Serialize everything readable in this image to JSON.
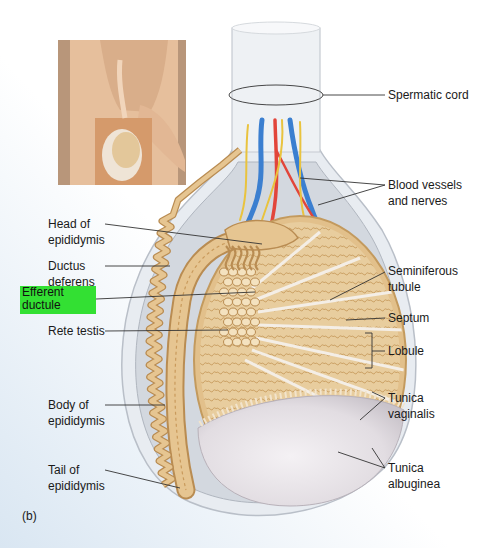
{
  "diagram": {
    "nodes": [
      {
        "text": [
          "Efferent ductule"
        ]
      }
    ],
    "labels": [
      "Spermatic cord",
      "Blood vessels and nerves",
      "Head of epididymis",
      "Ductus deferens",
      "Seminiferous tubule",
      "Rete testis",
      "Septum",
      "Lobule",
      "Body of epididymis",
      "Tunica vaginalis",
      "Tunica albuginea",
      "Tail of epididymis",
      "(b)"
    ]
  }
}
